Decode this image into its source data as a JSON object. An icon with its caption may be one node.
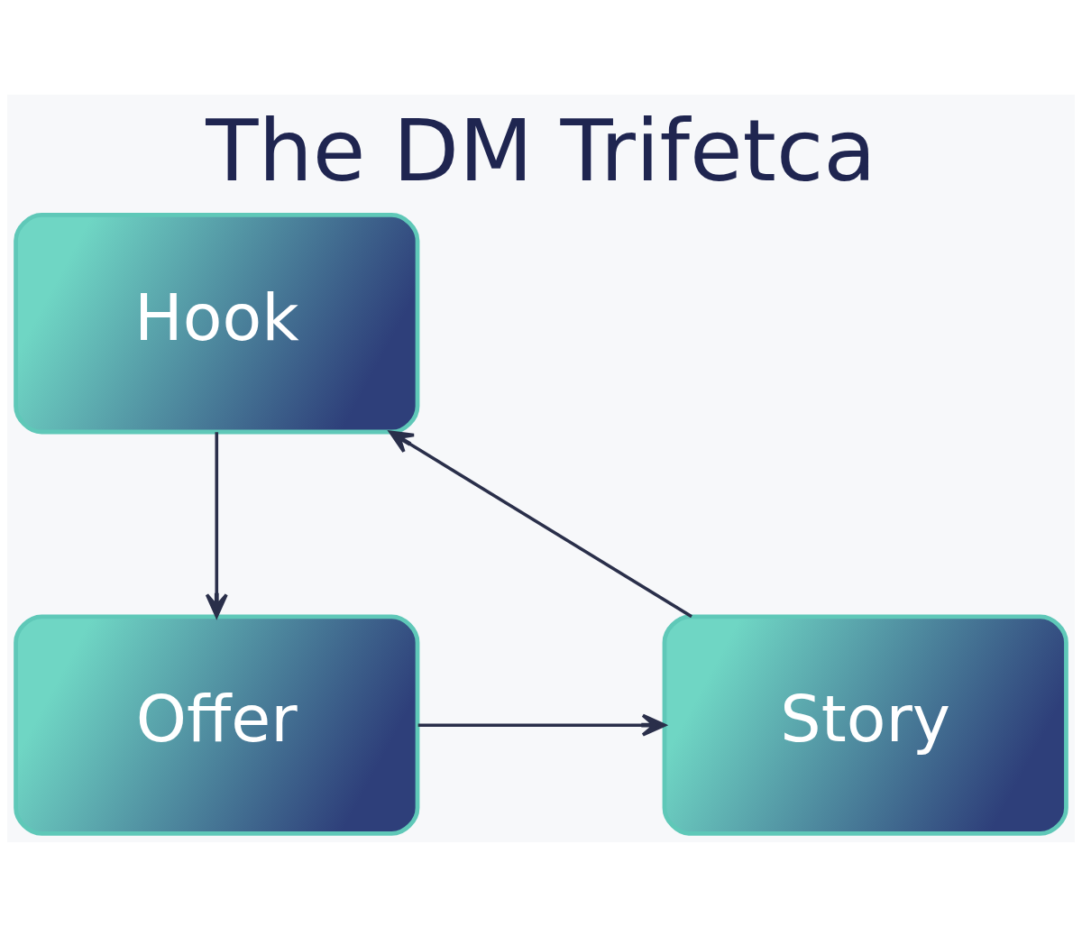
{
  "diagram": {
    "title": "The DM Trifetca",
    "nodes": [
      {
        "text": [
          "Hook"
        ]
      },
      {
        "text": [
          "Offer"
        ]
      },
      {
        "text": [
          "Story"
        ]
      }
    ],
    "edges": [
      {
        "from": 0,
        "to": 1,
        "arrow": "to"
      },
      {
        "from": 1,
        "to": 2,
        "arrow": "to"
      },
      {
        "from": 2,
        "to": 0,
        "arrow": "to"
      }
    ]
  }
}
